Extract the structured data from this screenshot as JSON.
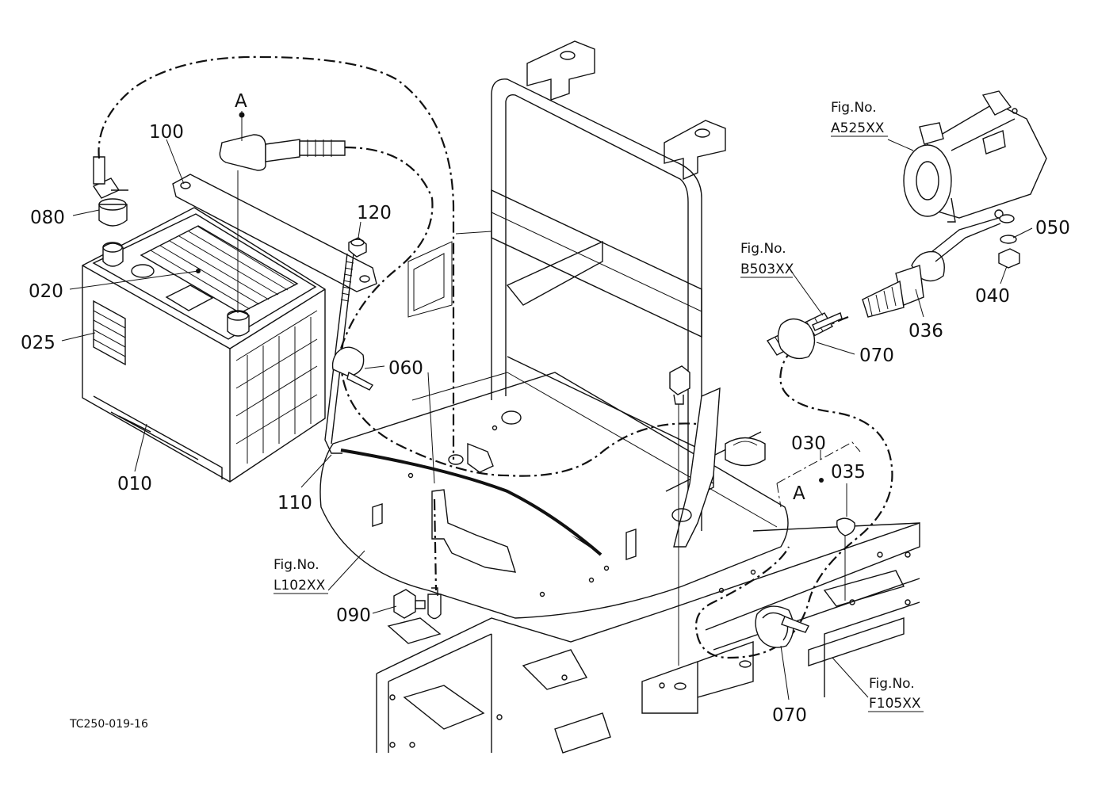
{
  "drawing_code": "TC250-019-16",
  "callouts": {
    "c010": "010",
    "c020": "020",
    "c025": "025",
    "c030": "030",
    "c035": "035",
    "c036": "036",
    "c040": "040",
    "c050": "050",
    "c060": "060",
    "c070a": "070",
    "c070b": "070",
    "c080": "080",
    "c090": "090",
    "c100": "100",
    "c110": "110",
    "c120": "120",
    "markA1": "A",
    "markA2": "A"
  },
  "fig_refs": {
    "a525": {
      "title": "Fig.No.",
      "code": "A525XX"
    },
    "b503": {
      "title": "Fig.No.",
      "code": "B503XX"
    },
    "l102": {
      "title": "Fig.No.",
      "code": "L102XX"
    },
    "f105": {
      "title": "Fig.No.",
      "code": "F105XX"
    }
  }
}
